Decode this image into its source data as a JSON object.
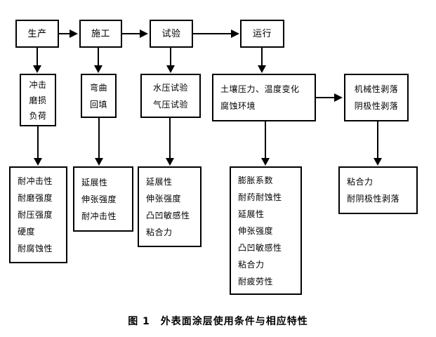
{
  "figure": {
    "caption": "图 1　外表面涂层使用条件与相应特性"
  },
  "stages": [
    {
      "id": "production",
      "label": "生产"
    },
    {
      "id": "construction",
      "label": "施工"
    },
    {
      "id": "testing",
      "label": "试验"
    },
    {
      "id": "operation",
      "label": "运行"
    }
  ],
  "conditions": [
    {
      "id": "impact-wear-load",
      "lines": [
        "冲击",
        "磨损",
        "负荷"
      ]
    },
    {
      "id": "bending-backfill",
      "lines": [
        "弯曲",
        "回填"
      ]
    },
    {
      "id": "pressure-tests",
      "lines": [
        "水压试验",
        "气压试验"
      ]
    },
    {
      "id": "soil-temp-corrosion",
      "lines": [
        "土壤压力、温度变化",
        "腐蚀环境"
      ]
    },
    {
      "id": "disbondment",
      "lines": [
        "机械性剥落",
        "阴极性剥落"
      ]
    }
  ],
  "properties": [
    {
      "id": "mechanical-properties",
      "lines": [
        "耐冲击性",
        "耐磨强度",
        "耐压强度",
        "硬度",
        "耐腐蚀性"
      ]
    },
    {
      "id": "ductility-properties",
      "lines": [
        "延展性",
        "伸张强度",
        "耐冲击性"
      ]
    },
    {
      "id": "pressure-properties",
      "lines": [
        "延展性",
        "伸张强度",
        "凸凹敏感性",
        "粘合力"
      ]
    },
    {
      "id": "environment-properties",
      "lines": [
        "膨胀系数",
        "耐药耐蚀性",
        "延展性",
        "伸张强度",
        "凸凹敏感性",
        "粘合力",
        "耐疲劳性"
      ]
    },
    {
      "id": "adhesion-properties",
      "lines": [
        "粘合力",
        "耐阴极性剥落"
      ]
    }
  ],
  "colors": {
    "stroke": "#000000",
    "background": "#ffffff",
    "text": "#000000"
  }
}
